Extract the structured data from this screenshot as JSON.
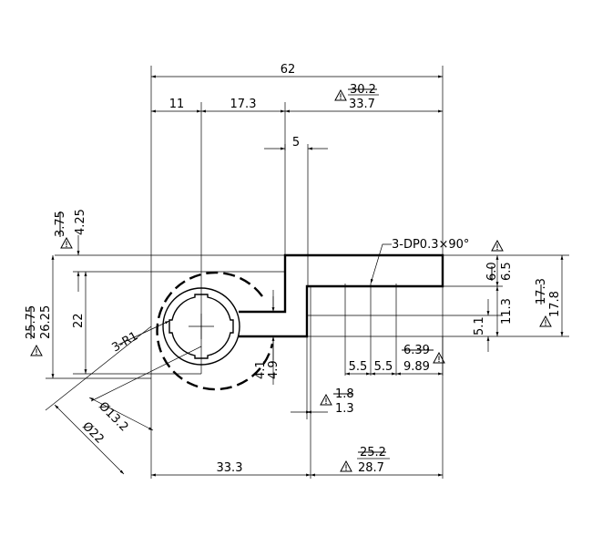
{
  "colors": {
    "line": "#000000",
    "background": "#ffffff"
  },
  "icons": {
    "revision": "warning-triangle-icon"
  },
  "dimensions": {
    "overall_width": "62",
    "seg_11": "11",
    "seg_17_3": "17.3",
    "old_30_2": "30.2",
    "new_33_7": "33.7",
    "slot_5": "5",
    "old_3_75": "3.75",
    "new_4_25": "4.25",
    "callout_chamfer": "3-DP0.3×90°",
    "old_25_75": "25.75",
    "new_26_25": "26.25",
    "height_22": "22",
    "callout_radius": "3-R1",
    "dia_13_2": "Ø13.2",
    "dia_22": "Ø22",
    "gap_4_1": "4.1",
    "gap_4_9": "4.9",
    "old_1_8": "1.8",
    "new_1_3": "1.3",
    "pitch_5_5_a": "5.5",
    "pitch_5_5_b": "5.5",
    "old_6_39": "6.39",
    "new_9_89": "9.89",
    "old_6_0": "6.0",
    "new_6_5": "6.5",
    "dim_5_1": "5.1",
    "dim_11_3": "11.3",
    "old_17_3": "17.3",
    "new_17_8": "17.8",
    "bottom_33_3": "33.3",
    "old_25_2": "25.2",
    "new_28_7": "28.7"
  }
}
